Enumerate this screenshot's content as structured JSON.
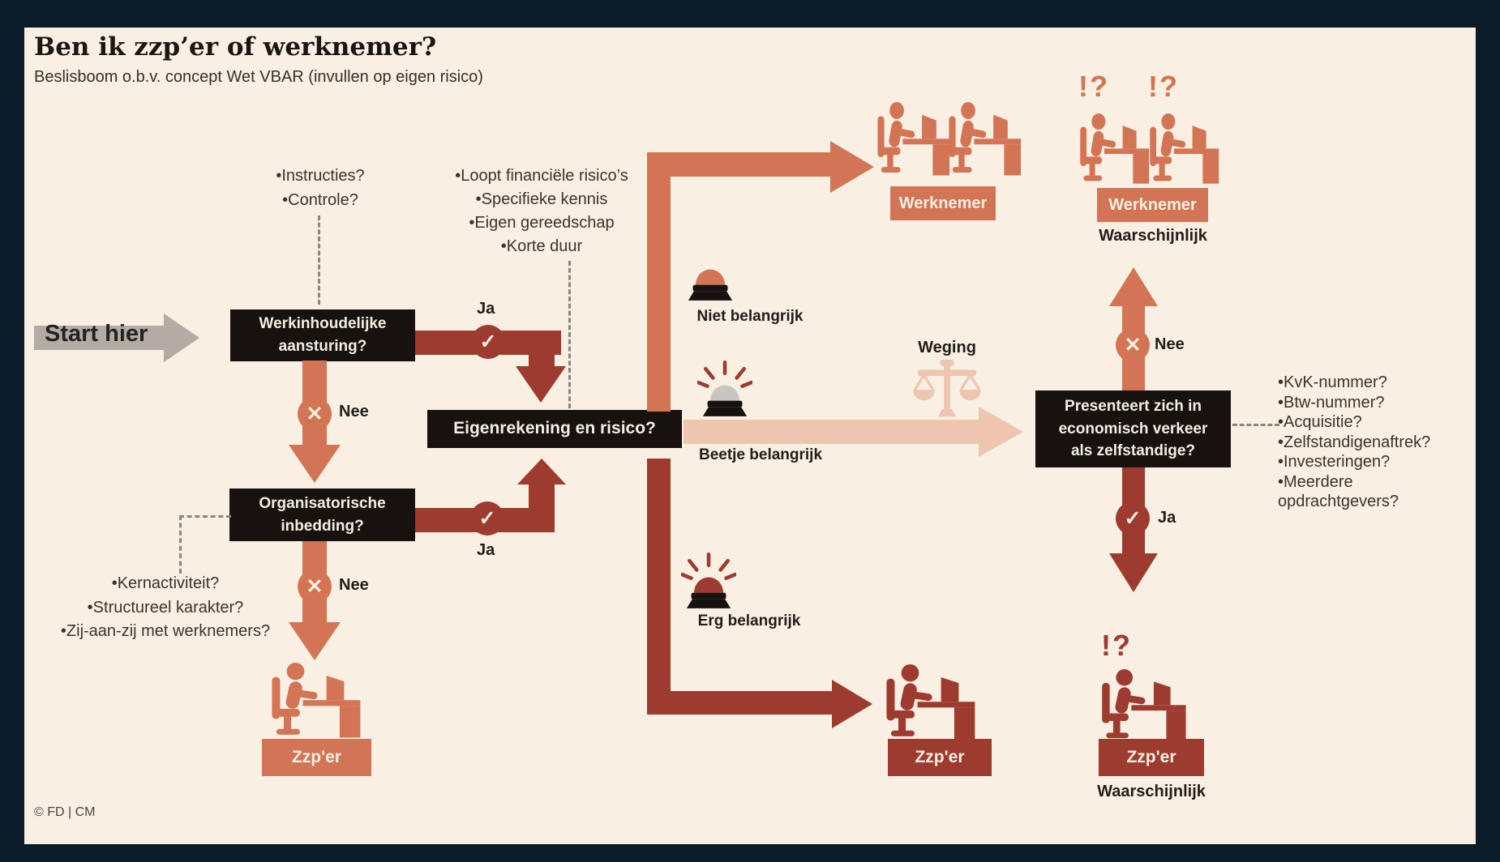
{
  "palette": {
    "background": "#0a1c29",
    "card": "#f9efe3",
    "salmon": "#d37554",
    "dark_red": "#9e3b2f",
    "pale_pink": "#eec6b0",
    "gray_arrow": "#b3aca4",
    "box_black": "#17120f",
    "alarm_gray_dome": "#c9c5c0"
  },
  "header": {
    "title": "Ben ik zzp’er of werknemer?",
    "subtitle": "Beslisboom o.b.v. concept Wet VBAR (invullen op eigen risico)"
  },
  "start": {
    "label": "Start hier"
  },
  "questions": {
    "q1": {
      "label": "Werkinhoudelijke\naansturing?",
      "notes": [
        "•Instructies?",
        "•Controle?"
      ]
    },
    "q2": {
      "label": "Organisatorische\ninbedding?",
      "notes": [
        "•Kernactiviteit?",
        "•Structureel karakter?",
        "•Zij-aan-zij met werknemers?"
      ]
    },
    "q3": {
      "label": "Eigenrekening en risico?",
      "notes": [
        "•Loopt financiële risico’s",
        "•Specifieke kennis",
        "•Eigen gereedschap",
        "•Korte duur"
      ]
    },
    "q4": {
      "label": "Presenteert zich in\neconomisch verkeer\nals zelfstandige?",
      "notes": [
        "•KvK-nummer?",
        "•Btw-nummer?",
        "•Acquisitie?",
        "•Zelfstandigenaftrek?",
        "•Investeringen?",
        "•Meerdere",
        "opdrachtgevers?"
      ]
    }
  },
  "answers": {
    "yes": "Ja",
    "no": "Nee"
  },
  "importance": {
    "low": "Niet belangrijk",
    "mid": "Beetje belangrijk",
    "high": "Erg belangrijk",
    "weighing": "Weging"
  },
  "outcomes": {
    "employee": "Werknemer",
    "freelancer": "Zzp'er",
    "probably": "Waarschijnlijk",
    "confusion": "!?"
  },
  "footer": {
    "copyright": "© FD | CM"
  }
}
